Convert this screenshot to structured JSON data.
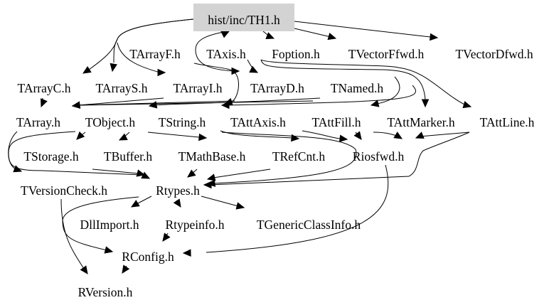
{
  "graph": {
    "title": "hist/inc/TH1.h include dependency graph",
    "root": "hist/inc/TH1.h",
    "colors": {
      "root_fill": "#d3d3d3",
      "edge": "#000000",
      "text": "#000000",
      "background": "#ffffff"
    },
    "nodes": [
      {
        "id": "TH1",
        "label": "hist/inc/TH1.h",
        "root": true
      },
      {
        "id": "TArrayF",
        "label": "TArrayF.h"
      },
      {
        "id": "TAxis",
        "label": "TAxis.h"
      },
      {
        "id": "Foption",
        "label": "Foption.h"
      },
      {
        "id": "TVectorFfwd",
        "label": "TVectorFfwd.h"
      },
      {
        "id": "TVectorDfwd",
        "label": "TVectorDfwd.h"
      },
      {
        "id": "TArrayC",
        "label": "TArrayC.h"
      },
      {
        "id": "TArrayS",
        "label": "TArrayS.h"
      },
      {
        "id": "TArrayI",
        "label": "TArrayI.h"
      },
      {
        "id": "TArrayD",
        "label": "TArrayD.h"
      },
      {
        "id": "TNamed",
        "label": "TNamed.h"
      },
      {
        "id": "TArray",
        "label": "TArray.h"
      },
      {
        "id": "TObject",
        "label": "TObject.h"
      },
      {
        "id": "TString",
        "label": "TString.h"
      },
      {
        "id": "TAttAxis",
        "label": "TAttAxis.h"
      },
      {
        "id": "TAttFill",
        "label": "TAttFill.h"
      },
      {
        "id": "TAttMarker",
        "label": "TAttMarker.h"
      },
      {
        "id": "TAttLine",
        "label": "TAttLine.h"
      },
      {
        "id": "TStorage",
        "label": "TStorage.h"
      },
      {
        "id": "TBuffer",
        "label": "TBuffer.h"
      },
      {
        "id": "TMathBase",
        "label": "TMathBase.h"
      },
      {
        "id": "TRefCnt",
        "label": "TRefCnt.h"
      },
      {
        "id": "Riosfwd",
        "label": "Riosfwd.h"
      },
      {
        "id": "TVersionCheck",
        "label": "TVersionCheck.h"
      },
      {
        "id": "Rtypes",
        "label": "Rtypes.h"
      },
      {
        "id": "DllImport",
        "label": "DllImport.h"
      },
      {
        "id": "Rtypeinfo",
        "label": "Rtypeinfo.h"
      },
      {
        "id": "TGenericClassInfo",
        "label": "TGenericClassInfo.h"
      },
      {
        "id": "RConfig",
        "label": "RConfig.h"
      },
      {
        "id": "RVersion",
        "label": "RVersion.h"
      }
    ],
    "edges": [
      [
        "TH1",
        "TArrayF"
      ],
      [
        "TH1",
        "TArrayC"
      ],
      [
        "TH1",
        "TArrayS"
      ],
      [
        "TH1",
        "TArrayI"
      ],
      [
        "TH1",
        "TAxis"
      ],
      [
        "TH1",
        "Foption"
      ],
      [
        "TH1",
        "TVectorFfwd"
      ],
      [
        "TH1",
        "TVectorDfwd"
      ],
      [
        "TH1",
        "TArrayD"
      ],
      [
        "TH1",
        "TAttFill"
      ],
      [
        "TH1",
        "TAttMarker"
      ],
      [
        "TH1",
        "TAttLine"
      ],
      [
        "TAxis",
        "TNamed"
      ],
      [
        "TAxis",
        "TAttAxis"
      ],
      [
        "TArrayF",
        "TArray"
      ],
      [
        "TArrayC",
        "TArray"
      ],
      [
        "TArrayS",
        "TArray"
      ],
      [
        "TArrayI",
        "TArray"
      ],
      [
        "TArrayD",
        "TArray"
      ],
      [
        "TNamed",
        "TObject"
      ],
      [
        "TNamed",
        "TString"
      ],
      [
        "TArray",
        "TObject"
      ],
      [
        "TArray",
        "TVersionCheck"
      ],
      [
        "TObject",
        "TStorage"
      ],
      [
        "TObject",
        "TBuffer"
      ],
      [
        "TObject",
        "Riosfwd"
      ],
      [
        "TObject",
        "TVersionCheck"
      ],
      [
        "TString",
        "TMathBase"
      ],
      [
        "TString",
        "TRefCnt"
      ],
      [
        "TString",
        "Riosfwd"
      ],
      [
        "TString",
        "Rtypes"
      ],
      [
        "TAttAxis",
        "Rtypes"
      ],
      [
        "TAttFill",
        "Riosfwd"
      ],
      [
        "TAttFill",
        "Rtypes"
      ],
      [
        "TAttMarker",
        "Rtypes"
      ],
      [
        "TAttLine",
        "Rtypes"
      ],
      [
        "TAttMarker",
        "Riosfwd"
      ],
      [
        "TAttLine",
        "Riosfwd"
      ],
      [
        "TStorage",
        "Rtypes"
      ],
      [
        "TBuffer",
        "Rtypes"
      ],
      [
        "TMathBase",
        "Rtypes"
      ],
      [
        "TRefCnt",
        "Rtypes"
      ],
      [
        "TVersionCheck",
        "RVersion"
      ],
      [
        "Rtypes",
        "DllImport"
      ],
      [
        "Rtypes",
        "Rtypeinfo"
      ],
      [
        "Rtypes",
        "TGenericClassInfo"
      ],
      [
        "Rtypes",
        "RConfig"
      ],
      [
        "Riosfwd",
        "RConfig"
      ],
      [
        "Rtypeinfo",
        "RConfig"
      ],
      [
        "RConfig",
        "RVersion"
      ]
    ]
  }
}
